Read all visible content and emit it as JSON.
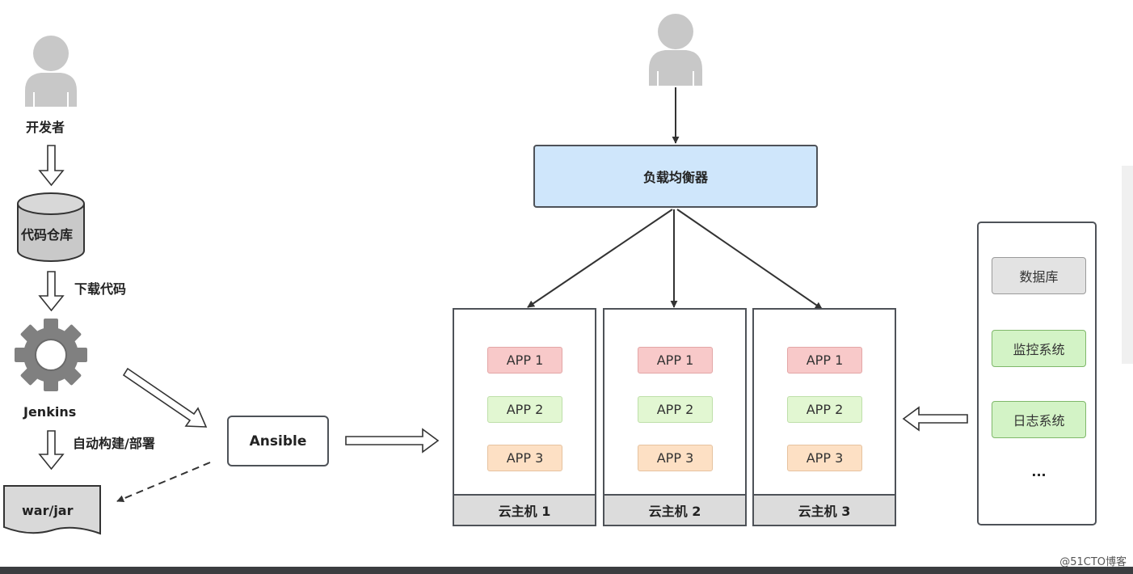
{
  "developer": {
    "label": "开发者"
  },
  "repo": {
    "label": "代码仓库"
  },
  "download_code": {
    "label": "下载代码"
  },
  "jenkins": {
    "label": "Jenkins"
  },
  "auto_build": {
    "label": "自动构建/部署"
  },
  "artifact": {
    "label": "war/jar"
  },
  "ansible": {
    "label": "Ansible"
  },
  "load_balancer": {
    "label": "负载均衡器"
  },
  "hosts": [
    {
      "name": "云主机 1",
      "apps": [
        "APP 1",
        "APP 2",
        "APP 3"
      ]
    },
    {
      "name": "云主机 2",
      "apps": [
        "APP 1",
        "APP 2",
        "APP 3"
      ]
    },
    {
      "name": "云主机 3",
      "apps": [
        "APP 1",
        "APP 2",
        "APP 3"
      ]
    }
  ],
  "services": {
    "items": [
      "数据库",
      "监控系统",
      "日志系统"
    ],
    "more": "..."
  },
  "watermark": "@51CTO博客",
  "colors": {
    "load_balancer_fill": "#cfe6fb",
    "app1_fill": "#f8c9c9",
    "app2_fill": "#e2f7d2",
    "app3_fill": "#fde0c4",
    "service_green": "#d3f3c6",
    "service_gray": "#e3e3e3",
    "host_footer": "#dcdcdc",
    "outline": "#4e5258"
  },
  "icons": [
    "user-icon",
    "database-icon",
    "gear-icon",
    "document-icon"
  ]
}
